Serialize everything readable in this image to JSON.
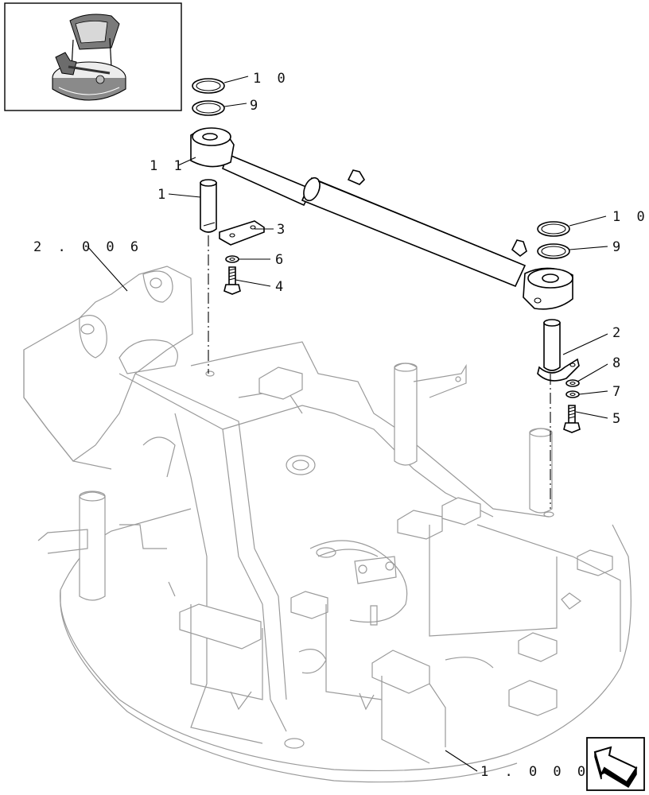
{
  "callouts": {
    "c1": "1",
    "c2": "2",
    "c3": "3",
    "c4": "4",
    "c5": "5",
    "c6": "6",
    "c7": "7",
    "c8": "8",
    "c9_left": "9",
    "c9_right": "9",
    "c10_left": "1 0",
    "c10_right": "1 0",
    "c11": "1 1",
    "ref_upper_frame": "2 . 0 0 6",
    "ref_base_frame": "1 . 0 0 0"
  },
  "icons": {
    "thumbnail": "machine-locator-thumbnail",
    "nav": "return-arrow-icon"
  }
}
